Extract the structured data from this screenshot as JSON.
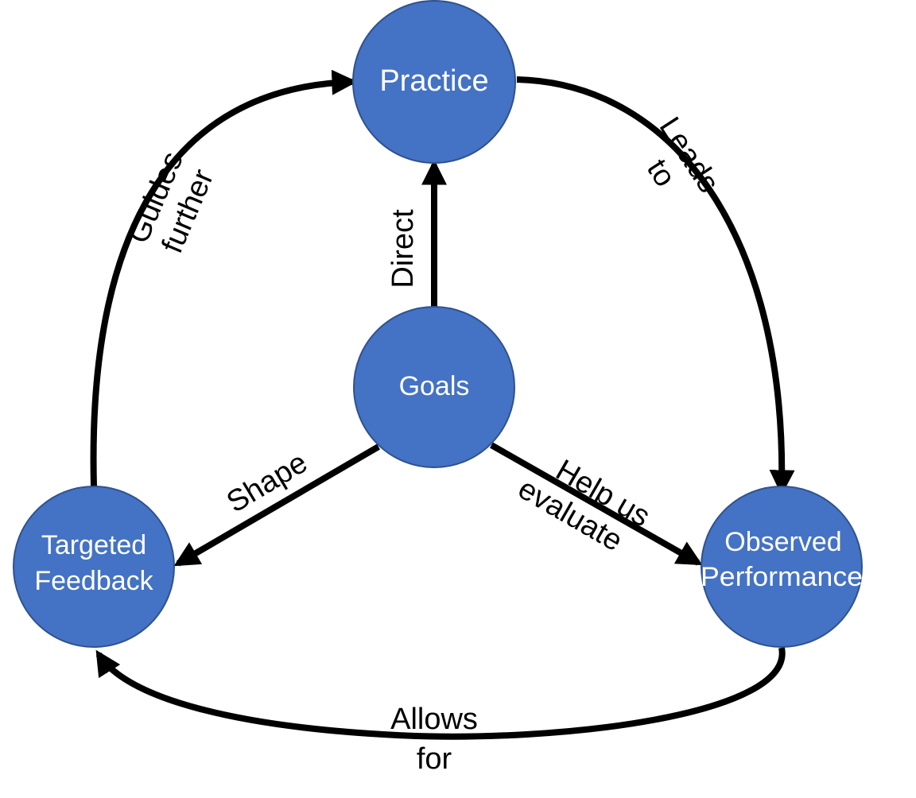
{
  "colors": {
    "node_fill": "#4472C4",
    "node_stroke": "#2F528F",
    "edge": "#000000",
    "background": "#FFFFFF"
  },
  "nodes": {
    "practice": {
      "label": "Practice"
    },
    "goals": {
      "label": "Goals"
    },
    "feedback": {
      "line1": "Targeted",
      "line2": "Feedback"
    },
    "performance": {
      "line1": "Observed",
      "line2": "Performance"
    }
  },
  "edges": {
    "guides_further": {
      "line1": "Guides",
      "line2": "further"
    },
    "leads_to": {
      "line1": "Leads",
      "line2": "to"
    },
    "direct": {
      "label": "Direct"
    },
    "shape": {
      "label": "Shape"
    },
    "help_us_evaluate": {
      "line1": "Help us",
      "line2": "evaluate"
    },
    "allows_for": {
      "line1": "Allows",
      "line2": "for"
    }
  }
}
